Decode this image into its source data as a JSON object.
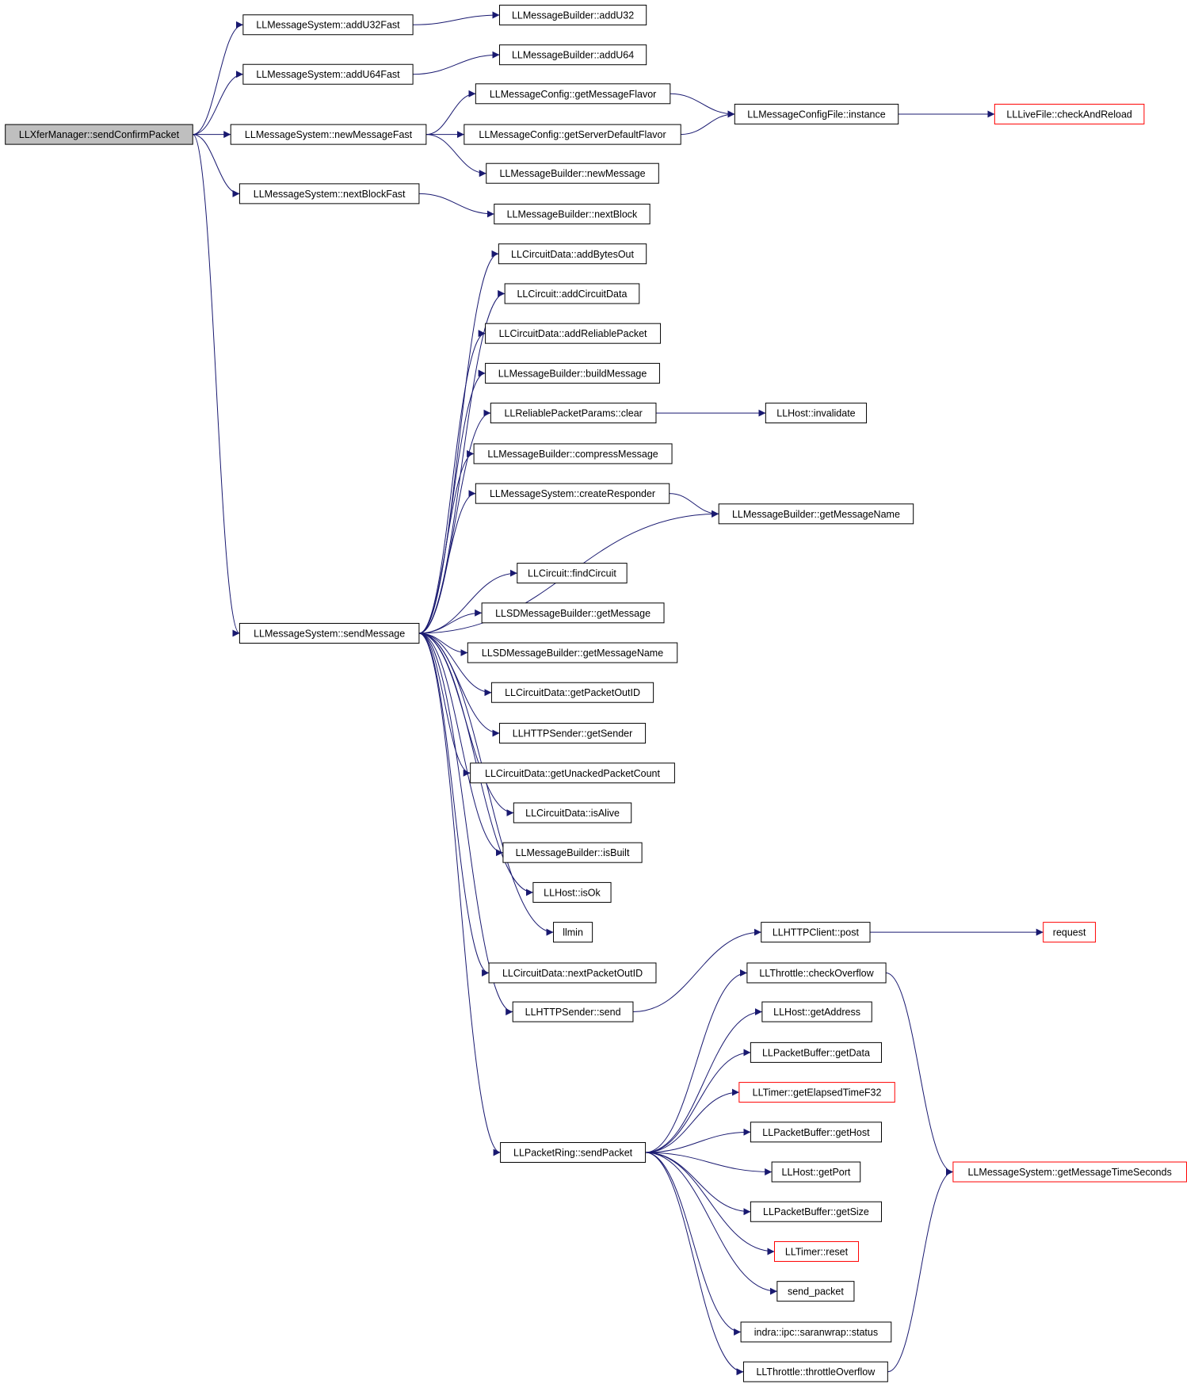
{
  "colors": {
    "edge": "#191970",
    "root_fill": "#bfbfbf",
    "box_border": "#000000",
    "truncated_border": "#ff0000",
    "background": "#ffffff"
  },
  "nodes": [
    {
      "id": "sendConfirmPacket",
      "label": "LLXferManager::sendConfirmPacket",
      "style": "root"
    },
    {
      "id": "addU32Fast",
      "label": "LLMessageSystem::addU32Fast",
      "style": "normal"
    },
    {
      "id": "addU64Fast",
      "label": "LLMessageSystem::addU64Fast",
      "style": "normal"
    },
    {
      "id": "newMessageFast",
      "label": "LLMessageSystem::newMessageFast",
      "style": "normal"
    },
    {
      "id": "nextBlockFast",
      "label": "LLMessageSystem::nextBlockFast",
      "style": "normal"
    },
    {
      "id": "sendMessage",
      "label": "LLMessageSystem::sendMessage",
      "style": "normal"
    },
    {
      "id": "addU32",
      "label": "LLMessageBuilder::addU32",
      "style": "normal"
    },
    {
      "id": "addU64",
      "label": "LLMessageBuilder::addU64",
      "style": "normal"
    },
    {
      "id": "getMessageFlavor",
      "label": "LLMessageConfig::getMessageFlavor",
      "style": "normal"
    },
    {
      "id": "getServerDefaultFlavor",
      "label": "LLMessageConfig::getServerDefaultFlavor",
      "style": "normal"
    },
    {
      "id": "newMessage",
      "label": "LLMessageBuilder::newMessage",
      "style": "normal"
    },
    {
      "id": "nextBlock",
      "label": "LLMessageBuilder::nextBlock",
      "style": "normal"
    },
    {
      "id": "configInstance",
      "label": "LLMessageConfigFile::instance",
      "style": "normal"
    },
    {
      "id": "checkAndReload",
      "label": "LLLiveFile::checkAndReload",
      "style": "truncated"
    },
    {
      "id": "addBytesOut",
      "label": "LLCircuitData::addBytesOut",
      "style": "normal"
    },
    {
      "id": "addCircuitData",
      "label": "LLCircuit::addCircuitData",
      "style": "normal"
    },
    {
      "id": "addReliablePacket",
      "label": "LLCircuitData::addReliablePacket",
      "style": "normal"
    },
    {
      "id": "buildMessage",
      "label": "LLMessageBuilder::buildMessage",
      "style": "normal"
    },
    {
      "id": "rppClear",
      "label": "LLReliablePacketParams::clear",
      "style": "normal"
    },
    {
      "id": "hostInvalidate",
      "label": "LLHost::invalidate",
      "style": "normal"
    },
    {
      "id": "compressMessage",
      "label": "LLMessageBuilder::compressMessage",
      "style": "normal"
    },
    {
      "id": "createResponder",
      "label": "LLMessageSystem::createResponder",
      "style": "normal"
    },
    {
      "id": "getMessageName",
      "label": "LLMessageBuilder::getMessageName",
      "style": "normal"
    },
    {
      "id": "findCircuit",
      "label": "LLCircuit::findCircuit",
      "style": "normal"
    },
    {
      "id": "sdGetMessage",
      "label": "LLSDMessageBuilder::getMessage",
      "style": "normal"
    },
    {
      "id": "sdGetMessageName",
      "label": "LLSDMessageBuilder::getMessageName",
      "style": "normal"
    },
    {
      "id": "getPacketOutID",
      "label": "LLCircuitData::getPacketOutID",
      "style": "normal"
    },
    {
      "id": "getSender",
      "label": "LLHTTPSender::getSender",
      "style": "normal"
    },
    {
      "id": "getUnackedPacketCount",
      "label": "LLCircuitData::getUnackedPacketCount",
      "style": "normal"
    },
    {
      "id": "isAlive",
      "label": "LLCircuitData::isAlive",
      "style": "normal"
    },
    {
      "id": "isBuilt",
      "label": "LLMessageBuilder::isBuilt",
      "style": "normal"
    },
    {
      "id": "hostIsOk",
      "label": "LLHost::isOk",
      "style": "normal"
    },
    {
      "id": "llmin",
      "label": "llmin",
      "style": "normal"
    },
    {
      "id": "nextPacketOutID",
      "label": "LLCircuitData::nextPacketOutID",
      "style": "normal"
    },
    {
      "id": "httpSend",
      "label": "LLHTTPSender::send",
      "style": "normal"
    },
    {
      "id": "httpPost",
      "label": "LLHTTPClient::post",
      "style": "normal"
    },
    {
      "id": "request",
      "label": "request",
      "style": "truncated"
    },
    {
      "id": "checkOverflow",
      "label": "LLThrottle::checkOverflow",
      "style": "normal"
    },
    {
      "id": "getAddress",
      "label": "LLHost::getAddress",
      "style": "normal"
    },
    {
      "id": "getData",
      "label": "LLPacketBuffer::getData",
      "style": "normal"
    },
    {
      "id": "getElapsedTimeF32",
      "label": "LLTimer::getElapsedTimeF32",
      "style": "truncated"
    },
    {
      "id": "getHost",
      "label": "LLPacketBuffer::getHost",
      "style": "normal"
    },
    {
      "id": "getPort",
      "label": "LLHost::getPort",
      "style": "normal"
    },
    {
      "id": "getSize",
      "label": "LLPacketBuffer::getSize",
      "style": "normal"
    },
    {
      "id": "timerReset",
      "label": "LLTimer::reset",
      "style": "truncated"
    },
    {
      "id": "sendPacketFn",
      "label": "send_packet",
      "style": "normal"
    },
    {
      "id": "saranwrapStatus",
      "label": "indra::ipc::saranwrap::status",
      "style": "normal"
    },
    {
      "id": "throttleOverflow",
      "label": "LLThrottle::throttleOverflow",
      "style": "normal"
    },
    {
      "id": "getMessageTimeSeconds",
      "label": "LLMessageSystem::getMessageTimeSeconds",
      "style": "truncated"
    },
    {
      "id": "ringSendPacket",
      "label": "LLPacketRing::sendPacket",
      "style": "normal"
    }
  ],
  "edges": [
    [
      "sendConfirmPacket",
      "addU32Fast"
    ],
    [
      "sendConfirmPacket",
      "addU64Fast"
    ],
    [
      "sendConfirmPacket",
      "newMessageFast"
    ],
    [
      "sendConfirmPacket",
      "nextBlockFast"
    ],
    [
      "sendConfirmPacket",
      "sendMessage"
    ],
    [
      "addU32Fast",
      "addU32"
    ],
    [
      "addU64Fast",
      "addU64"
    ],
    [
      "newMessageFast",
      "getMessageFlavor"
    ],
    [
      "newMessageFast",
      "getServerDefaultFlavor"
    ],
    [
      "newMessageFast",
      "newMessage"
    ],
    [
      "nextBlockFast",
      "nextBlock"
    ],
    [
      "getMessageFlavor",
      "configInstance"
    ],
    [
      "getServerDefaultFlavor",
      "configInstance"
    ],
    [
      "configInstance",
      "checkAndReload"
    ],
    [
      "sendMessage",
      "addBytesOut"
    ],
    [
      "sendMessage",
      "addCircuitData"
    ],
    [
      "sendMessage",
      "addReliablePacket"
    ],
    [
      "sendMessage",
      "buildMessage"
    ],
    [
      "sendMessage",
      "rppClear"
    ],
    [
      "sendMessage",
      "compressMessage"
    ],
    [
      "sendMessage",
      "createResponder"
    ],
    [
      "sendMessage",
      "getMessageName"
    ],
    [
      "sendMessage",
      "findCircuit"
    ],
    [
      "sendMessage",
      "sdGetMessage"
    ],
    [
      "sendMessage",
      "sdGetMessageName"
    ],
    [
      "sendMessage",
      "getPacketOutID"
    ],
    [
      "sendMessage",
      "getSender"
    ],
    [
      "sendMessage",
      "getUnackedPacketCount"
    ],
    [
      "sendMessage",
      "isAlive"
    ],
    [
      "sendMessage",
      "isBuilt"
    ],
    [
      "sendMessage",
      "hostIsOk"
    ],
    [
      "sendMessage",
      "llmin"
    ],
    [
      "sendMessage",
      "nextPacketOutID"
    ],
    [
      "sendMessage",
      "httpSend"
    ],
    [
      "sendMessage",
      "ringSendPacket"
    ],
    [
      "rppClear",
      "hostInvalidate"
    ],
    [
      "createResponder",
      "getMessageName"
    ],
    [
      "httpSend",
      "httpPost"
    ],
    [
      "httpPost",
      "request"
    ],
    [
      "ringSendPacket",
      "checkOverflow"
    ],
    [
      "ringSendPacket",
      "getAddress"
    ],
    [
      "ringSendPacket",
      "getData"
    ],
    [
      "ringSendPacket",
      "getElapsedTimeF32"
    ],
    [
      "ringSendPacket",
      "getHost"
    ],
    [
      "ringSendPacket",
      "getPort"
    ],
    [
      "ringSendPacket",
      "getSize"
    ],
    [
      "ringSendPacket",
      "timerReset"
    ],
    [
      "ringSendPacket",
      "sendPacketFn"
    ],
    [
      "ringSendPacket",
      "saranwrapStatus"
    ],
    [
      "ringSendPacket",
      "throttleOverflow"
    ],
    [
      "checkOverflow",
      "getMessageTimeSeconds"
    ],
    [
      "throttleOverflow",
      "getMessageTimeSeconds"
    ]
  ]
}
